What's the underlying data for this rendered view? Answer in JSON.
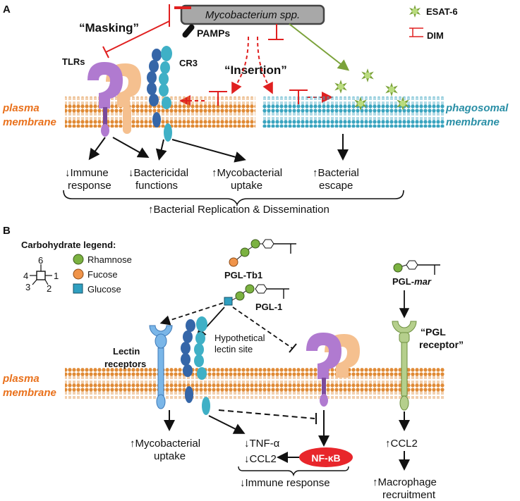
{
  "panel_a": {
    "letter": "A",
    "bacterium": "Mycobacterium spp.",
    "pamps": "PAMPs",
    "masking": "“Masking”",
    "insertion": "“Insertion”",
    "tlrs": "TLRs",
    "cr3": "CR3",
    "legend_esat6": "ESAT-6",
    "legend_dim": "DIM",
    "plasma_membrane_1": "plasma",
    "plasma_membrane_2": "membrane",
    "phagosomal_membrane_1": "phagosomal",
    "phagosomal_membrane_2": "membrane",
    "out_immune_1": "↓Immune",
    "out_immune_2": "response",
    "out_bactericidal_1": "↓Bactericidal",
    "out_bactericidal_2": "functions",
    "out_uptake_1": "↑Mycobacterial",
    "out_uptake_2": "uptake",
    "out_escape_1": "↑Bacterial",
    "out_escape_2": "escape",
    "summary": "↑Bacterial Replication & Dissemination"
  },
  "panel_b": {
    "letter": "B",
    "carb_title": "Carbohydrate legend:",
    "carb_rhamnose": "Rhamnose",
    "carb_fucose": "Fucose",
    "carb_glucose": "Glucose",
    "pos_6": "6",
    "pos_4": "4",
    "pos_1": "1",
    "pos_3": "3",
    "pos_2": "2",
    "pgl_tb1": "PGL-Tb1",
    "pgl_1": "PGL-1",
    "pgl_mar_prefix": "PGL-",
    "pgl_mar_suffix": "mar",
    "lectin_1": "Lectin",
    "lectin_2": "receptors",
    "hypo_1": "Hypothetical",
    "hypo_2": "lectin site",
    "pgl_receptor_1": "“PGL",
    "pgl_receptor_2": "receptor”",
    "plasma_membrane_1": "plasma",
    "plasma_membrane_2": "membrane",
    "out_uptake_1": "↑Mycobacterial",
    "out_uptake_2": "uptake",
    "tnf": "↓TNF-α",
    "ccl2_down": "↓CCL2",
    "nfkb": "NF-κB",
    "immune": "↓Immune response",
    "ccl2_up": "↑CCL2",
    "macro_1": "↑Macrophage",
    "macro_2": "recruitment"
  },
  "colors": {
    "rhamnose": "#7bb241",
    "fucose": "#f0944a",
    "glucose": "#2f9fc0",
    "membrane": "#d9822b",
    "phagosome_membrane": "#3aa4bf",
    "dim_red": "#e02020",
    "esat6": "#9acd5e",
    "tlr_purple": "#b07ad0",
    "tlr_peach": "#f5c08f",
    "cr3_dark": "#3566a8",
    "cr3_teal": "#3fb0c6",
    "lectin_blue": "#7ab6e8",
    "pgl_receptor_green": "#b5cf8c",
    "nfkb_red": "#e8262b"
  }
}
